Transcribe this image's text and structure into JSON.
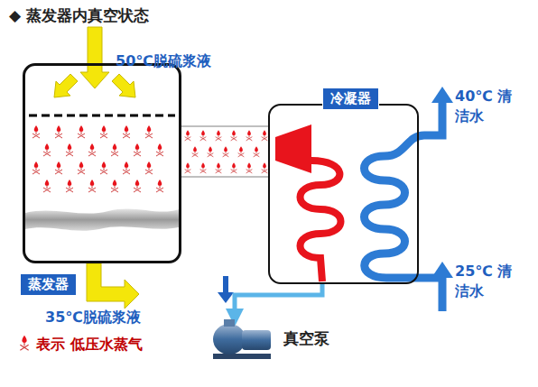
{
  "diagram": {
    "title": "◆ 蒸发器内真空状态",
    "nodes": [
      {
        "text": [
          "蒸发器"
        ]
      },
      {
        "text": [
          "冷凝器"
        ]
      },
      {
        "text": [
          "真空泵"
        ]
      }
    ],
    "edges": [
      {
        "from": 0,
        "to": 1,
        "arrow": "none"
      },
      {
        "from": 1,
        "to": 2,
        "arrow": "to"
      }
    ],
    "labels": [
      "50℃脱硫浆液",
      "35℃脱硫浆液",
      "40℃ 清洁水",
      "25℃ 清洁水"
    ],
    "legend": [
      {
        "text": "表示 低压水蒸气"
      }
    ]
  }
}
